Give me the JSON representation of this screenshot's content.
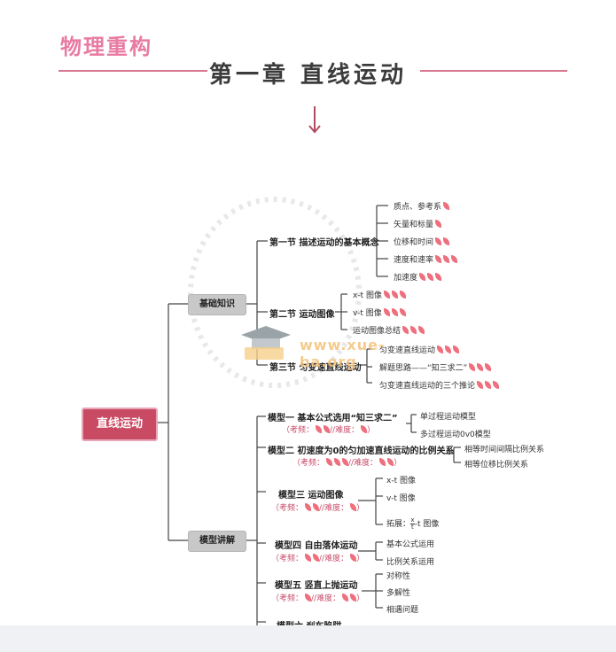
{
  "brand": "物理重构",
  "chapter_title": "第一章  直线运动",
  "root": "直线运动",
  "categories": {
    "basic": "基础知识",
    "models": "模型讲解"
  },
  "section1": {
    "title": "第一节 描述运动的基本概念",
    "items": [
      "质点、参考系",
      "矢量和标量",
      "位移和时间",
      "速度和速率",
      "加速度"
    ]
  },
  "section2": {
    "title": "第二节 运动图像",
    "items": [
      "x-t 图像",
      "v-t 图像",
      "运动图像总结"
    ]
  },
  "section3": {
    "title": "第三节 匀变速直线运动",
    "items": [
      "匀变速直线运动",
      "解题思路——“知三求二”",
      "匀变速直线运动的三个推论"
    ]
  },
  "model1": {
    "title": "模型一 基本公式选用“知三求二”",
    "meta_a": "（考频：",
    "meta_b": "//难度：",
    "meta_c": "）",
    "items": [
      "单过程运动模型",
      "多过程运动0v0模型"
    ]
  },
  "model2": {
    "title": "模型二 初速度为0的匀加速直线运动的比例关系",
    "meta_a": "（考频：",
    "meta_b": "//难度：",
    "meta_c": "）",
    "items": [
      "相等时间间隔比例关系",
      "相等位移比例关系"
    ]
  },
  "model3": {
    "title": "模型三 运动图像",
    "meta_a": "（考频：",
    "meta_b": "//难度：",
    "meta_c": "）",
    "items": [
      "x-t 图像",
      "v-t 图像"
    ],
    "extend_label": "拓展：",
    "frac_top": "x",
    "frac_bottom": "t",
    "extend_tail": "-t 图像"
  },
  "model4": {
    "title": "模型四 自由落体运动",
    "meta_a": "（考频：",
    "meta_b": "//难度：",
    "meta_c": "）",
    "items": [
      "基本公式运用",
      "比例关系运用"
    ]
  },
  "model5": {
    "title": "模型五 竖直上抛运动",
    "meta_a": "（考频：",
    "meta_b": "//难度：",
    "meta_c": "）",
    "items": [
      "对称性",
      "多解性",
      "相遇问题"
    ]
  },
  "model6": {
    "title": "模型六 刹车陷阱"
  },
  "watermark": "www.xue-ba.org",
  "colors": {
    "accent": "#c94a63",
    "brand_pink": "#e97aa2",
    "leaf": "#ee6f7d"
  }
}
